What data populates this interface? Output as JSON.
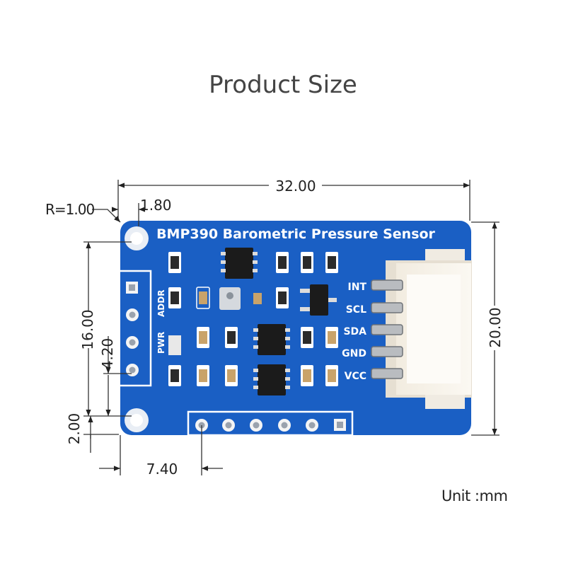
{
  "title": "Product Size",
  "unit": "Unit :mm",
  "board": {
    "name": "BMP390 Barometric Pressure Sensor",
    "left_labels": [
      "ADDR",
      "PWR"
    ],
    "pins": [
      "INT",
      "SCL",
      "SDA",
      "GND",
      "VCC"
    ],
    "color": "#1a5fc4"
  },
  "dimensions": {
    "width": "32.00",
    "height": "20.00",
    "radius": "R=1.00",
    "hole_offset": "1.80",
    "pin_span": "16.00",
    "pin_offset": "4.20",
    "bottom_offset": "2.00",
    "header_offset": "7.40"
  }
}
